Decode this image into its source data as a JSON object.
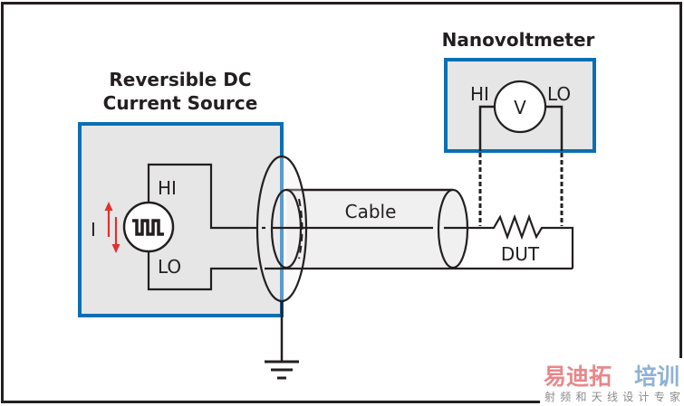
{
  "diagram": {
    "current_source": {
      "title_line1": "Reversible DC",
      "title_line2": "Current Source",
      "hi_label": "HI",
      "lo_label": "LO",
      "current_label": "I"
    },
    "nanovoltmeter": {
      "title": "Nanovoltmeter",
      "hi_label": "HI",
      "lo_label": "LO",
      "meter_symbol": "V"
    },
    "cable_label": "Cable",
    "dut_label": "DUT",
    "icons": {
      "square_wave": "square-wave-source-icon",
      "current_arrows": "bidirectional-current-arrows-icon",
      "voltmeter": "voltmeter-icon",
      "resistor": "resistor-icon",
      "ground": "ground-icon"
    },
    "colors": {
      "instrument_border": "#0a6fb3",
      "instrument_fill": "#e6e6e6",
      "cable_fill": "#f0f0f0",
      "wire": "#231f20",
      "current_arrow": "#e03030"
    }
  },
  "watermark": {
    "brand_red": "易迪拓",
    "brand_blue": "培训",
    "tagline": "射频和天线设计专家"
  }
}
